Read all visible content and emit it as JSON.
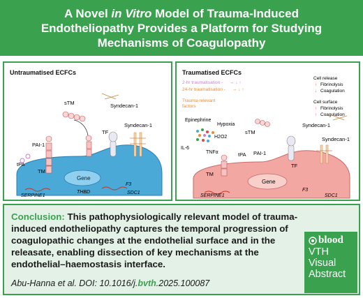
{
  "header": {
    "title_line1": "A Novel ",
    "title_italic": "in Vitro",
    "title_line1_rest": " Model of Trauma-Induced",
    "title_line2": "Endotheliopathy Provides a Platform for Studying",
    "title_line3": "Mechanisms of Coagulopathy"
  },
  "left_panel": {
    "title": "Untraumatised ECFCs",
    "labels": {
      "stm": "sTM",
      "syndecan_top": "Syndecan-1",
      "pai1": "PAI-1",
      "tf": "TF",
      "syndecan_side": "Syndecan-1",
      "tpa": "tPA",
      "tm": "TM",
      "gene": "Gene",
      "thbd": "THBD",
      "serpine1": "SERPINE1",
      "f3": "F3",
      "sdc1": "SDC1"
    }
  },
  "right_panel": {
    "title": "Traumatised ECFCs",
    "legend_2hr": "2-hr traumatisation - ",
    "legend_24hr": "24-hr traumatisation - ",
    "trauma_factors_line1": "Trauma-relevant",
    "trauma_factors_line2": "factors",
    "cell_release": "Cell release",
    "cell_surface": "Cell surface",
    "fibrinolysis": "Fibrinolysis",
    "coagulation": "Coagulation",
    "labels": {
      "epinephrine": "Epinephrine",
      "hypoxia": "Hypoxia",
      "h2o2": "H2O2",
      "il6": "IL-6",
      "tnfa": "TNFα",
      "stm": "sTM",
      "syndecan_top": "Syndecan-1",
      "tpa": "tPA",
      "pai1": "PAI-1",
      "tf": "TF",
      "tm": "TM",
      "syndecan_side": "Syndecan-1",
      "gene": "Gene",
      "serpine1": "SERPINE1",
      "f3": "F3",
      "sdc1": "SDC1"
    }
  },
  "conclusion": {
    "heading": "Conclusion:",
    "body": " This pathophysiologically relevant model of trauma-induced endotheliopathy captures the temporal progression of coagulopathic changes at the endothelial surface and in the releasate, enabling dissection of key mechanisms at the endothelial–haemostasis interface.",
    "citation_prefix": "Abu-Hanna et al. DOI: 10.1016/j.",
    "citation_bold": "bvth",
    "citation_suffix": ".2025.100087"
  },
  "badge": {
    "logo": "blood",
    "line1": "VTH",
    "line2": "Visual",
    "line3": "Abstract"
  },
  "colors": {
    "green": "#3aa14f",
    "light_green": "#e4f1e6",
    "cell_blue": "#4aa9d6",
    "cell_red": "#f2a7a3",
    "pink_2hr": "#d27bd0",
    "orange_24hr": "#f08a2a",
    "red_arrow": "#e0463d"
  }
}
